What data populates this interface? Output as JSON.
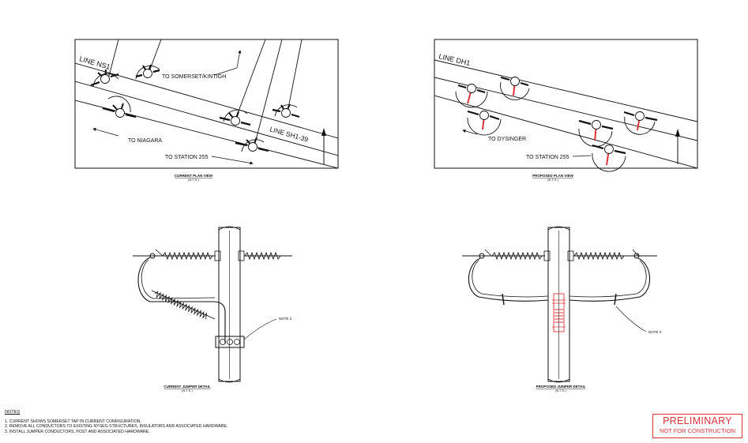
{
  "current_plan": {
    "line_ns1": "LINE NS1",
    "to_somerset": "TO SOMERSET/KINTIGH",
    "line_sh1": "LINE SH1-39",
    "to_niagara": "TO NIAGARA",
    "to_station": "TO STATION 255",
    "caption": "CURRENT PLAN VIEW",
    "scale": "(N.T.S.)"
  },
  "proposed_plan": {
    "line_dh1": "LINE DH1",
    "to_dysinger": "TO DYSINGER",
    "to_station": "TO STATION 255",
    "caption": "PROPOSED PLAN VIEW",
    "scale": "(N.T.S.)"
  },
  "current_jumper": {
    "note_label": "NOTE 2",
    "caption": "CURRENT JUMPER DETAIL",
    "scale": "(N.T.S.)"
  },
  "proposed_jumper": {
    "note_label": "NOTE 3",
    "caption": "PROPOSED JUMPER DETAIL",
    "scale": "(N.T.S.)"
  },
  "notes": {
    "heading": "NOTES",
    "items": [
      "1.   CURRENT SHOWS SOMERSET TAP IN CURRENT CONFIGURATION.",
      "2.   REMOVE ALL CONDUCTORS TO EXISTING NYSEG STRUCTURES, INSULATORS AND ASSOCIATED HARDWARE.",
      "3.   INSTALL JUMPER CONDUCTORS, POST AND ASSOCIATED HARDWARE."
    ]
  },
  "stamp": {
    "line1": "PRELIMINARY",
    "line2": "NOT FOR CONSTRUCTION"
  },
  "colors": {
    "ink": "#111111",
    "red": "#d9343a"
  }
}
